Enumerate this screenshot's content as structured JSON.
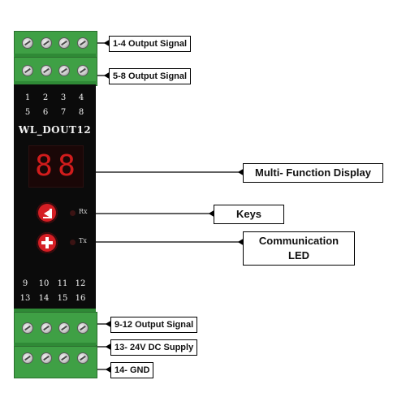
{
  "device": {
    "model": "WL_DOUT12",
    "channels_top": [
      "1",
      "2",
      "3",
      "4",
      "5",
      "6",
      "7",
      "8"
    ],
    "channels_bottom": [
      "9",
      "10",
      "11",
      "12",
      "13",
      "14",
      "15",
      "16"
    ],
    "display_digits": [
      "8",
      "8"
    ],
    "led_labels": [
      "Rx",
      "Tx"
    ],
    "key_colors": "#d51e24",
    "terminal_color": "#3fa045"
  },
  "callouts": {
    "out_1_4": "1-4 Output Signal",
    "out_5_8": "5-8 Output Signal",
    "display": "Multi- Function Display",
    "keys": "Keys",
    "comm_led": "Communication LED",
    "out_9_12": "9-12 Output Signal",
    "supply": "13- 24V DC Supply",
    "gnd": "14- GND"
  }
}
